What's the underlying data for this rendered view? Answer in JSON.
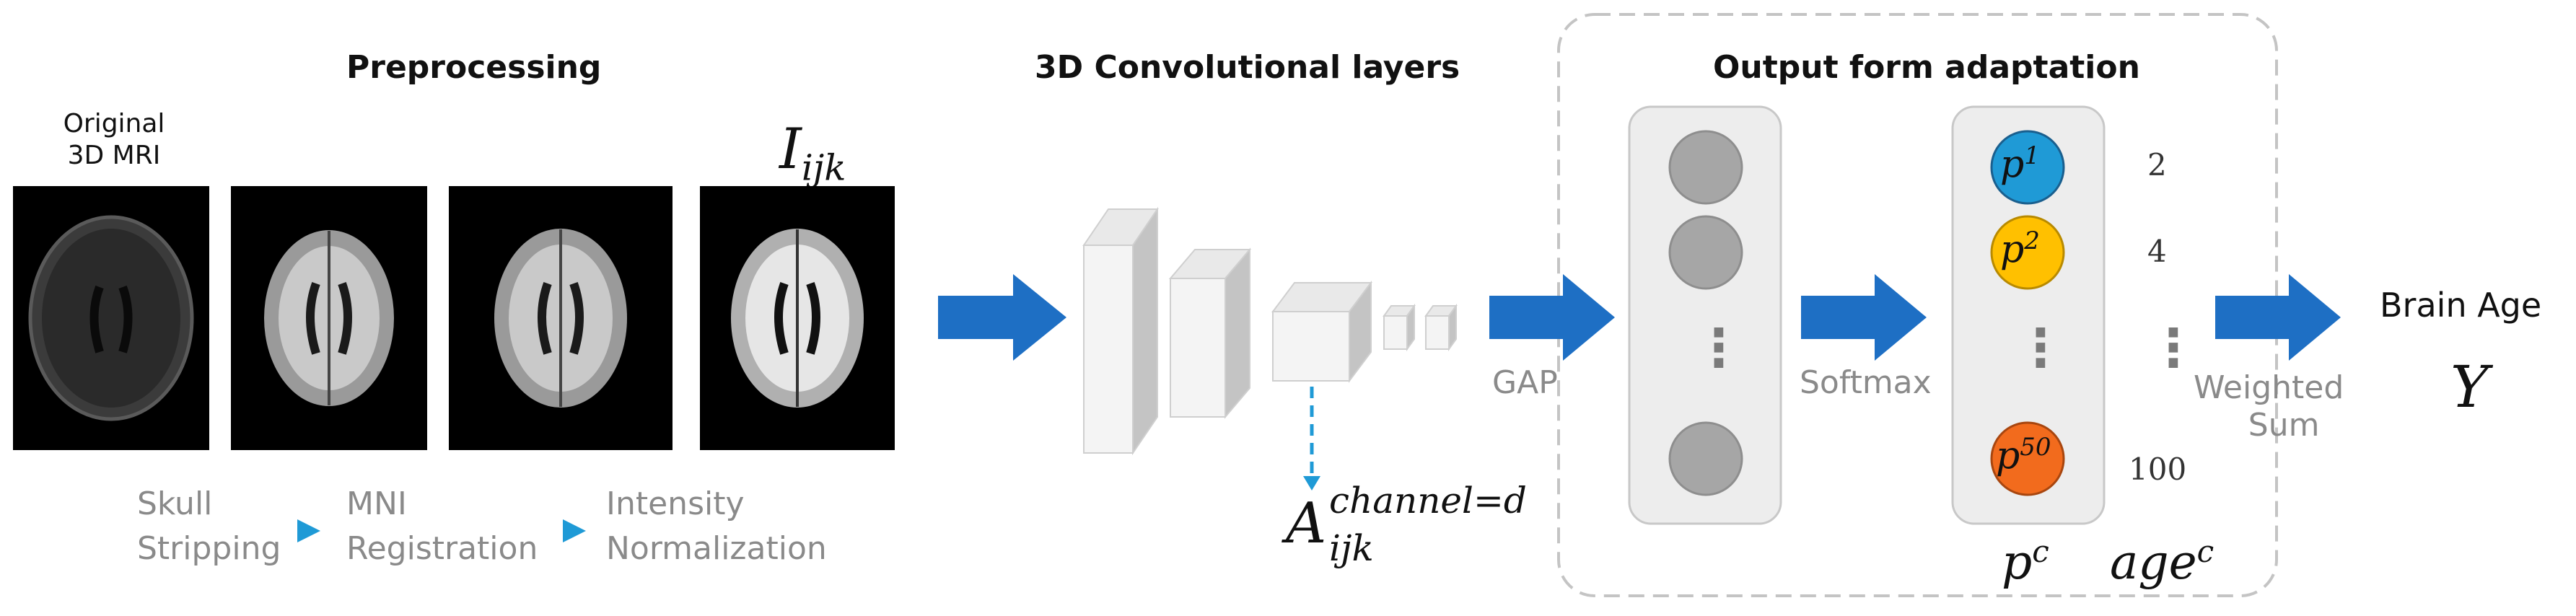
{
  "sections": {
    "preprocessing": "Preprocessing",
    "conv": "3D Convolutional layers",
    "output": "Output form adaptation"
  },
  "original_label": [
    "Original",
    "3D MRI"
  ],
  "intensity_symbol": {
    "base": "I",
    "sub": "ijk"
  },
  "steps": [
    {
      "line1": "Skull",
      "line2": "Stripping"
    },
    {
      "line1": "MNI",
      "line2": "Registration"
    },
    {
      "line1": "Intensity",
      "line2": "Normalization"
    }
  ],
  "activation_symbol": {
    "base": "A",
    "sub": "ijk",
    "sup": "channel=d"
  },
  "labels": {
    "gap": "GAP",
    "softmax": "Softmax",
    "weighted": "Weighted",
    "sum": "Sum",
    "brain_age": "Brain Age",
    "y": "Y",
    "vdots": "⋮"
  },
  "probabilities": [
    {
      "base": "p",
      "sup": "1",
      "color": "#1f9ad6"
    },
    {
      "base": "p",
      "sup": "2",
      "color": "#ffc000"
    },
    {
      "base": "p",
      "sup": "50",
      "color": "#f26b1d"
    }
  ],
  "ages": [
    "2",
    "4",
    "100"
  ],
  "bottom_labels": {
    "pc_base": "p",
    "pc_sup": "c",
    "age_base": "age",
    "age_sup": "c"
  },
  "colors": {
    "arrow_blue": "#1e6fc4",
    "dashed_blue": "#1f9ad6",
    "node_grey": "#a6a6a6",
    "panel_grey": "#ededed",
    "label_grey": "#8a8a8a"
  }
}
